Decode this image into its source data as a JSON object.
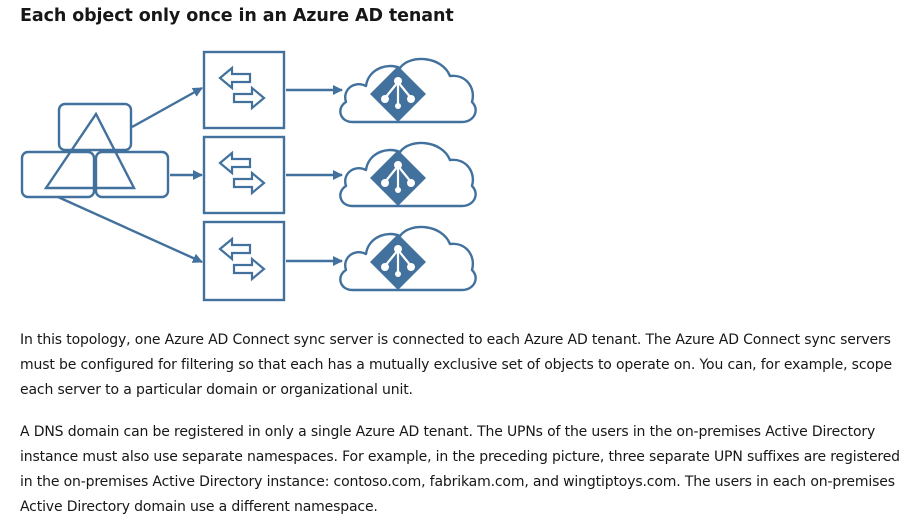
{
  "doc": {
    "heading": "Each object only once in an Azure AD tenant",
    "paragraphs": [
      "In this topology, one Azure AD Connect sync server is connected to each Azure AD tenant. The Azure AD Connect sync servers must be configured for filtering so that each has a mutually exclusive set of objects to operate on. You can, for example, scope each server to a particular domain or organizational unit.",
      "A DNS domain can be registered in only a single Azure AD tenant. The UPNs of the users in the on-premises Active Directory instance must also use separate namespaces. For example, in the preceding picture, three separate UPN suffixes are registered in the on-premises Active Directory instance: contoso.com, fabrikam.com, and wingtiptoys.com. The users in each on-premises Active Directory domain use a different namespace."
    ]
  },
  "diagram": {
    "stroke_color": "#41719c",
    "icon_fill": "#41719c",
    "sync_server_count": 3,
    "tenant_count": 3
  }
}
